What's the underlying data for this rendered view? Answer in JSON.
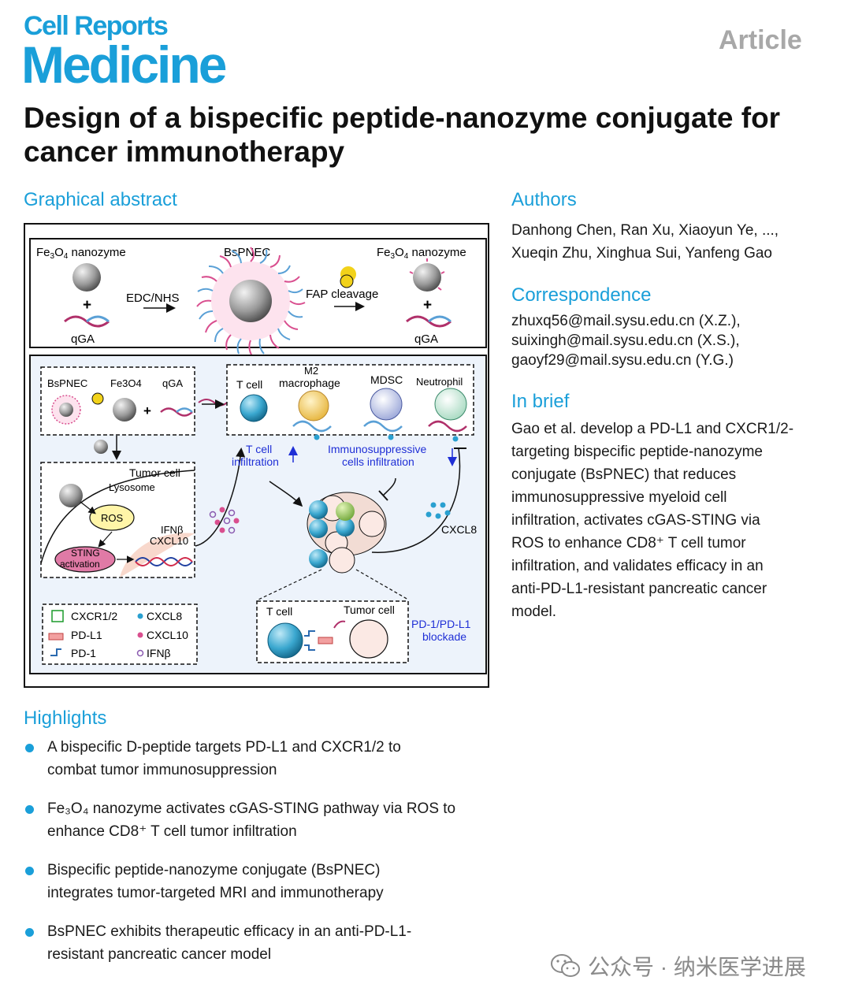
{
  "header": {
    "journal_top": "Cell Reports",
    "journal_main": "Medicine",
    "article_type": "Article"
  },
  "title": "Design of a bispecific peptide-nanozyme conjugate for cancer immunotherapy",
  "graphical_abstract": {
    "heading": "Graphical abstract",
    "top": {
      "left_label_a": "Fe",
      "left_label_sub": "3",
      "left_label_b": "O",
      "left_label_sub2": "4",
      "left_label_c": " nanozyme",
      "plus": "+",
      "qga": "qGA",
      "edc": "EDC/NHS",
      "center": "BsPNEC",
      "fap": "FAP cleavage"
    },
    "panel": {
      "bspnec": "BsPNEC",
      "fe3o4": "Fe3O4",
      "qga": "qGA",
      "t_cell": "T cell",
      "m2a": "M2",
      "m2b": "macrophage",
      "mdsc": "MDSC",
      "neutrophil": "Neutrophil",
      "t_infil_a": "T cell",
      "t_infil_b": "infiltration",
      "immuno_a": "Immunosuppressive",
      "immuno_b": "cells infiltration",
      "tumor_cell": "Tumor cell",
      "lysosome": "Lysosome",
      "ros": "ROS",
      "sting_a": "STING",
      "sting_b": "activation",
      "ifnb": "IFNβ",
      "cxcl10": "CXCL10",
      "cxcl8": "CXCL8",
      "inset_t": "T cell",
      "inset_tumor": "Tumor cell",
      "blockade_a": "PD-1/PD-L1",
      "blockade_b": "blockade"
    },
    "legend": {
      "cxcr": "CXCR1/2",
      "pdl1": "PD-L1",
      "pd1": "PD-1",
      "cxcl8": "CXCL8",
      "cxcl10": "CXCL10",
      "ifnb": "IFNβ"
    }
  },
  "authors": {
    "heading": "Authors",
    "line1": "Danhong Chen, Ran Xu, Xiaoyun Ye, ...,",
    "line2": "Xueqin Zhu, Xinghua Sui, Yanfeng Gao"
  },
  "correspondence": {
    "heading": "Correspondence",
    "emails": [
      "zhuxq56@mail.sysu.edu.cn (X.Z.),",
      "suixingh@mail.sysu.edu.cn (X.S.),",
      "gaoyf29@mail.sysu.edu.cn (Y.G.)"
    ]
  },
  "in_brief": {
    "heading": "In brief",
    "lines": [
      "Gao et al. develop a PD-L1 and CXCR1/2-",
      "targeting bispecific peptide-nanozyme",
      "conjugate (BsPNEC) that reduces",
      "immunosuppressive myeloid cell",
      "infiltration, activates cGAS-STING via",
      "ROS to enhance CD8⁺ T cell tumor",
      "infiltration, and validates efficacy in an",
      "anti-PD-L1-resistant pancreatic cancer",
      "model."
    ]
  },
  "highlights": {
    "heading": "Highlights",
    "items": [
      {
        "l1": "A bispecific D-peptide targets PD-L1 and CXCR1/2 to",
        "l2": "combat tumor immunosuppression"
      },
      {
        "l1": "Fe₃O₄ nanozyme activates cGAS-STING pathway via ROS to",
        "l2": "enhance CD8⁺ T cell tumor infiltration"
      },
      {
        "l1": "Bispecific peptide-nanozyme conjugate (BsPNEC)",
        "l2": "integrates tumor-targeted MRI and immunotherapy"
      },
      {
        "l1": "BsPNEC exhibits therapeutic efficacy in an anti-PD-L1-",
        "l2": "resistant pancreatic cancer model"
      }
    ]
  },
  "watermark": "公众号 · 纳米医学进展",
  "colors": {
    "accent": "#1a9fd9",
    "panel_bg": "#edf3fb",
    "label_blue": "#1f2fd6"
  }
}
